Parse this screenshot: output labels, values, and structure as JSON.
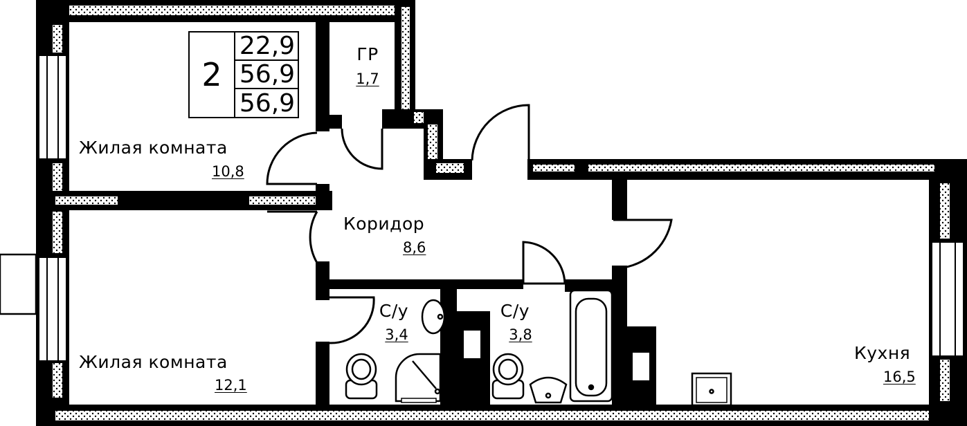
{
  "summary": {
    "rooms_count": "2",
    "living_area": "22,9",
    "total_area": "56,9",
    "total_area_with_balcony": "56,9"
  },
  "rooms": {
    "bedroom1": {
      "name": "Жилая комната",
      "area": "10,8"
    },
    "bedroom2": {
      "name": "Жилая комната",
      "area": "12,1"
    },
    "wardrobe": {
      "name": "ГР",
      "area": "1,7"
    },
    "corridor": {
      "name": "Коридор",
      "area": "8,6"
    },
    "wc1": {
      "name": "С/у",
      "area": "3,4"
    },
    "wc2": {
      "name": "С/у",
      "area": "3,8"
    },
    "kitchen": {
      "name": "Кухня",
      "area": "16,5"
    }
  },
  "colors": {
    "wall": "#000000",
    "background": "#ffffff"
  }
}
